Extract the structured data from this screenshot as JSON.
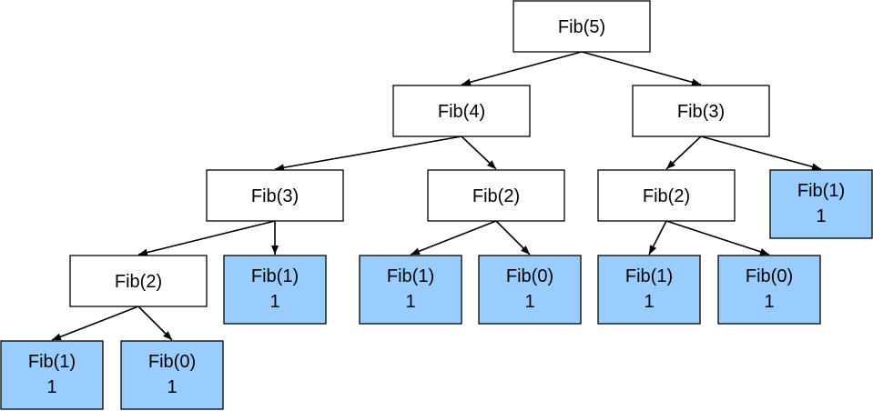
{
  "colors": {
    "internal_fill": "#ffffff",
    "leaf_fill": "#99ccff",
    "stroke": "#000000"
  },
  "nodes": [
    {
      "id": "n0",
      "label": "Fib(5)",
      "value": "",
      "leaf": false
    },
    {
      "id": "n1",
      "label": "Fib(4)",
      "value": "",
      "leaf": false
    },
    {
      "id": "n2",
      "label": "Fib(3)",
      "value": "",
      "leaf": false
    },
    {
      "id": "n3",
      "label": "Fib(3)",
      "value": "",
      "leaf": false
    },
    {
      "id": "n4",
      "label": "Fib(2)",
      "value": "",
      "leaf": false
    },
    {
      "id": "n5",
      "label": "Fib(2)",
      "value": "",
      "leaf": false
    },
    {
      "id": "n6",
      "label": "Fib(1)",
      "value": "1",
      "leaf": true
    },
    {
      "id": "n7",
      "label": "Fib(2)",
      "value": "",
      "leaf": false
    },
    {
      "id": "n8",
      "label": "Fib(1)",
      "value": "1",
      "leaf": true
    },
    {
      "id": "n9",
      "label": "Fib(1)",
      "value": "1",
      "leaf": true
    },
    {
      "id": "n10",
      "label": "Fib(0)",
      "value": "1",
      "leaf": true
    },
    {
      "id": "n11",
      "label": "Fib(1)",
      "value": "1",
      "leaf": true
    },
    {
      "id": "n12",
      "label": "Fib(0)",
      "value": "1",
      "leaf": true
    },
    {
      "id": "n13",
      "label": "Fib(1)",
      "value": "1",
      "leaf": true
    },
    {
      "id": "n14",
      "label": "Fib(0)",
      "value": "1",
      "leaf": true
    }
  ],
  "edges": [
    [
      "n0",
      "n1"
    ],
    [
      "n0",
      "n2"
    ],
    [
      "n1",
      "n3"
    ],
    [
      "n1",
      "n4"
    ],
    [
      "n2",
      "n5"
    ],
    [
      "n2",
      "n6"
    ],
    [
      "n3",
      "n7"
    ],
    [
      "n3",
      "n8"
    ],
    [
      "n4",
      "n9"
    ],
    [
      "n4",
      "n10"
    ],
    [
      "n5",
      "n11"
    ],
    [
      "n5",
      "n12"
    ],
    [
      "n7",
      "n13"
    ],
    [
      "n7",
      "n14"
    ]
  ]
}
